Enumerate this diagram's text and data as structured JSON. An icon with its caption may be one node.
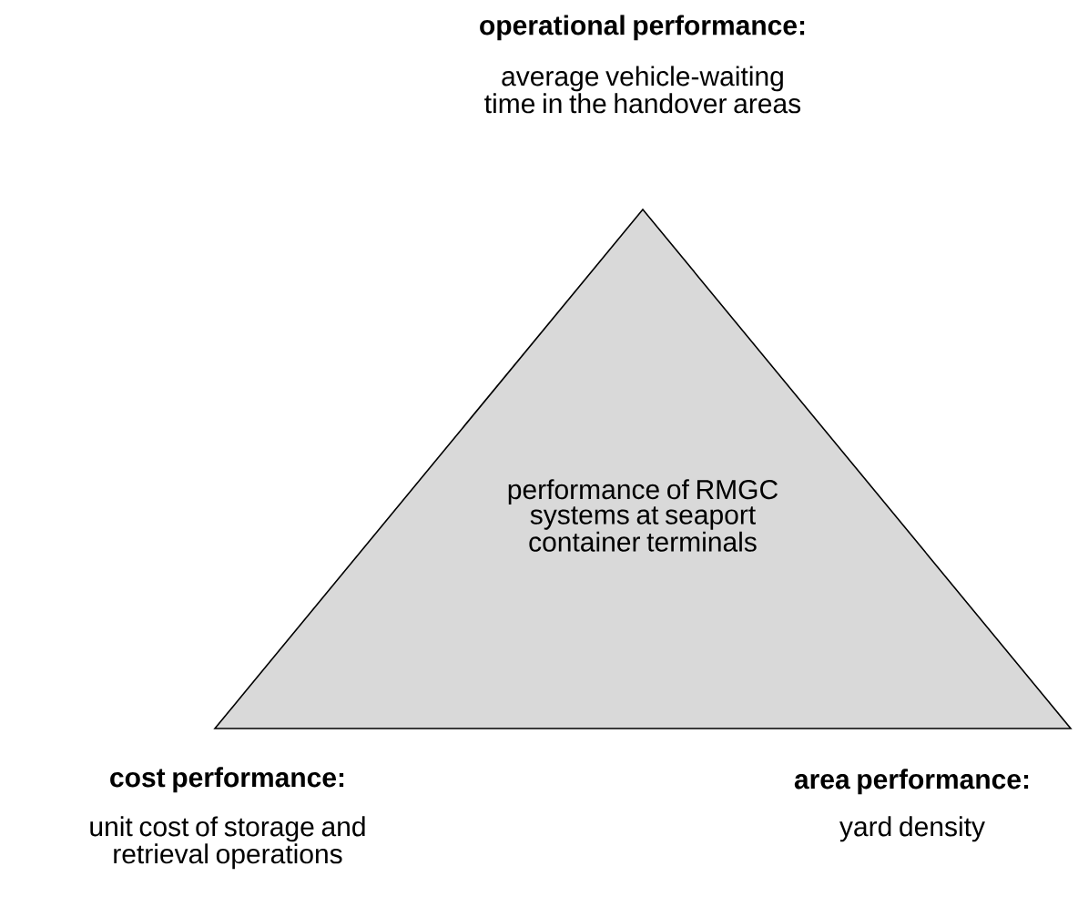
{
  "diagram": {
    "nodes": [
      {
        "text": [
          "performance of RMGC systems at seaport container terminals"
        ]
      }
    ],
    "labels": [
      "operational performance:",
      "average vehicle-waiting time in the handover areas",
      "cost performance:",
      "unit cost of storage and retrieval operations",
      "area performance:",
      "yard density"
    ]
  }
}
